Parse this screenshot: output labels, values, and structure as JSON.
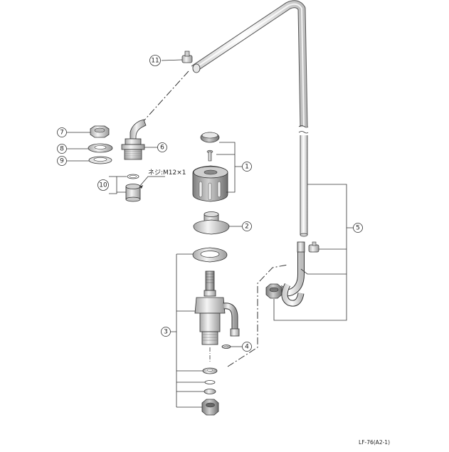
{
  "callouts": {
    "c1": "1",
    "c2": "2",
    "c3": "3",
    "c4": "4",
    "c5": "5",
    "c6": "6",
    "c7": "7",
    "c8": "8",
    "c9": "9",
    "c10": "10",
    "c11": "11"
  },
  "thread_note": "ネジ:M12×1",
  "model_code": "LF-76(A2-1)",
  "colors": {
    "line": "#333333",
    "fill_light": "#f2f2f2",
    "fill_mid": "#d9d9d9",
    "fill_dark": "#a6a6a6"
  }
}
